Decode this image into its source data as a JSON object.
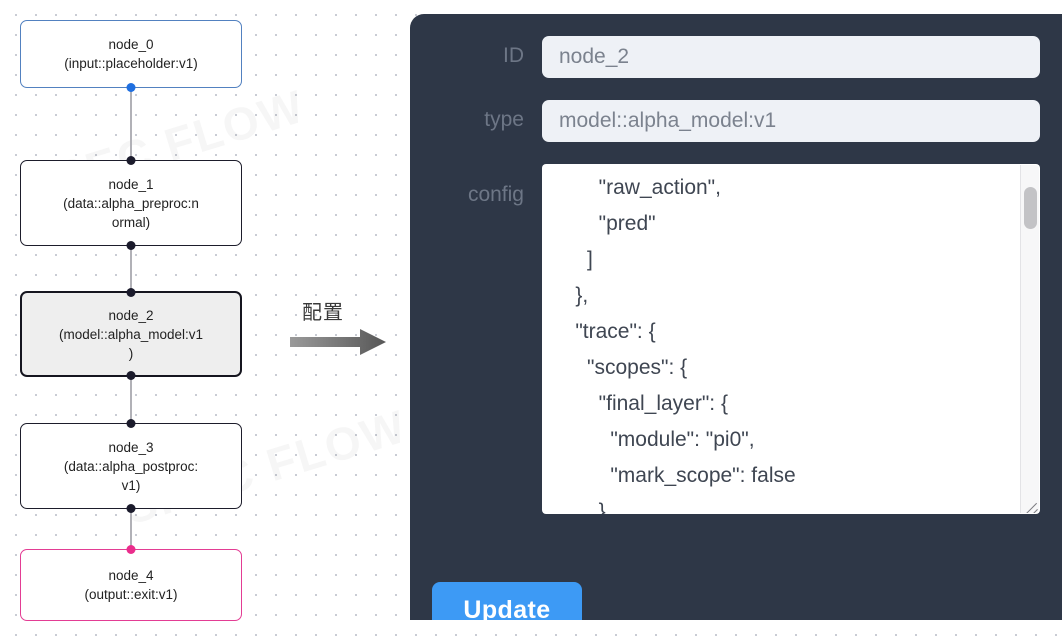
{
  "canvas": {
    "background_color": "#ffffff",
    "dot_color": "#c9ccd4",
    "watermark_text": "SPEC FLOW"
  },
  "graph": {
    "edge_color": "#b1b1b7",
    "nodes": [
      {
        "id": "node_0",
        "label": "node_0\n(input::placeholder:v1)",
        "kind": "input",
        "border_color": "#5281c0",
        "selected": false,
        "source_handle_color": "#1f6fe0"
      },
      {
        "id": "node_1",
        "label": "node_1\n(data::alpha_preproc:n\normal)",
        "kind": "data",
        "border_color": "#1d1d2b",
        "selected": false,
        "source_handle_color": "#1b1b2c"
      },
      {
        "id": "node_2",
        "label": "node_2\n(model::alpha_model:v1\n)",
        "kind": "model",
        "border_color": "#15151f",
        "selected": true,
        "fill_color": "#eeeeee",
        "source_handle_color": "#1b1b2c"
      },
      {
        "id": "node_3",
        "label": "node_3\n(data::alpha_postproc:\nv1)",
        "kind": "data",
        "border_color": "#1d1d2b",
        "selected": false,
        "source_handle_color": "#1b1b2c"
      },
      {
        "id": "node_4",
        "label": "node_4\n(output::exit:v1)",
        "kind": "output",
        "border_color": "#e33d94",
        "selected": false,
        "target_handle_color": "#ea2d8c"
      }
    ]
  },
  "arrow": {
    "label": "配置",
    "color": "#6e6e6e"
  },
  "panel": {
    "background_color": "#2e3747",
    "accent_color": "#3d9af5",
    "fields": [
      {
        "name": "id",
        "label": "ID",
        "value": "node_2",
        "placeholder": "node_2"
      },
      {
        "name": "type",
        "label": "type",
        "value": "model::alpha_model:v1",
        "placeholder": "model::alpha_model:v1"
      }
    ],
    "config": {
      "label": "config",
      "value": "        \"raw_action\",\n        \"pred\"\n      ]\n    },\n    \"trace\": {\n      \"scopes\": {\n        \"final_layer\": {\n          \"module\": \"pi0\",\n          \"mark_scope\": false\n        },\n        \"action_model\": {",
      "scroll_position": "middle"
    },
    "update_button_label": "Update"
  }
}
